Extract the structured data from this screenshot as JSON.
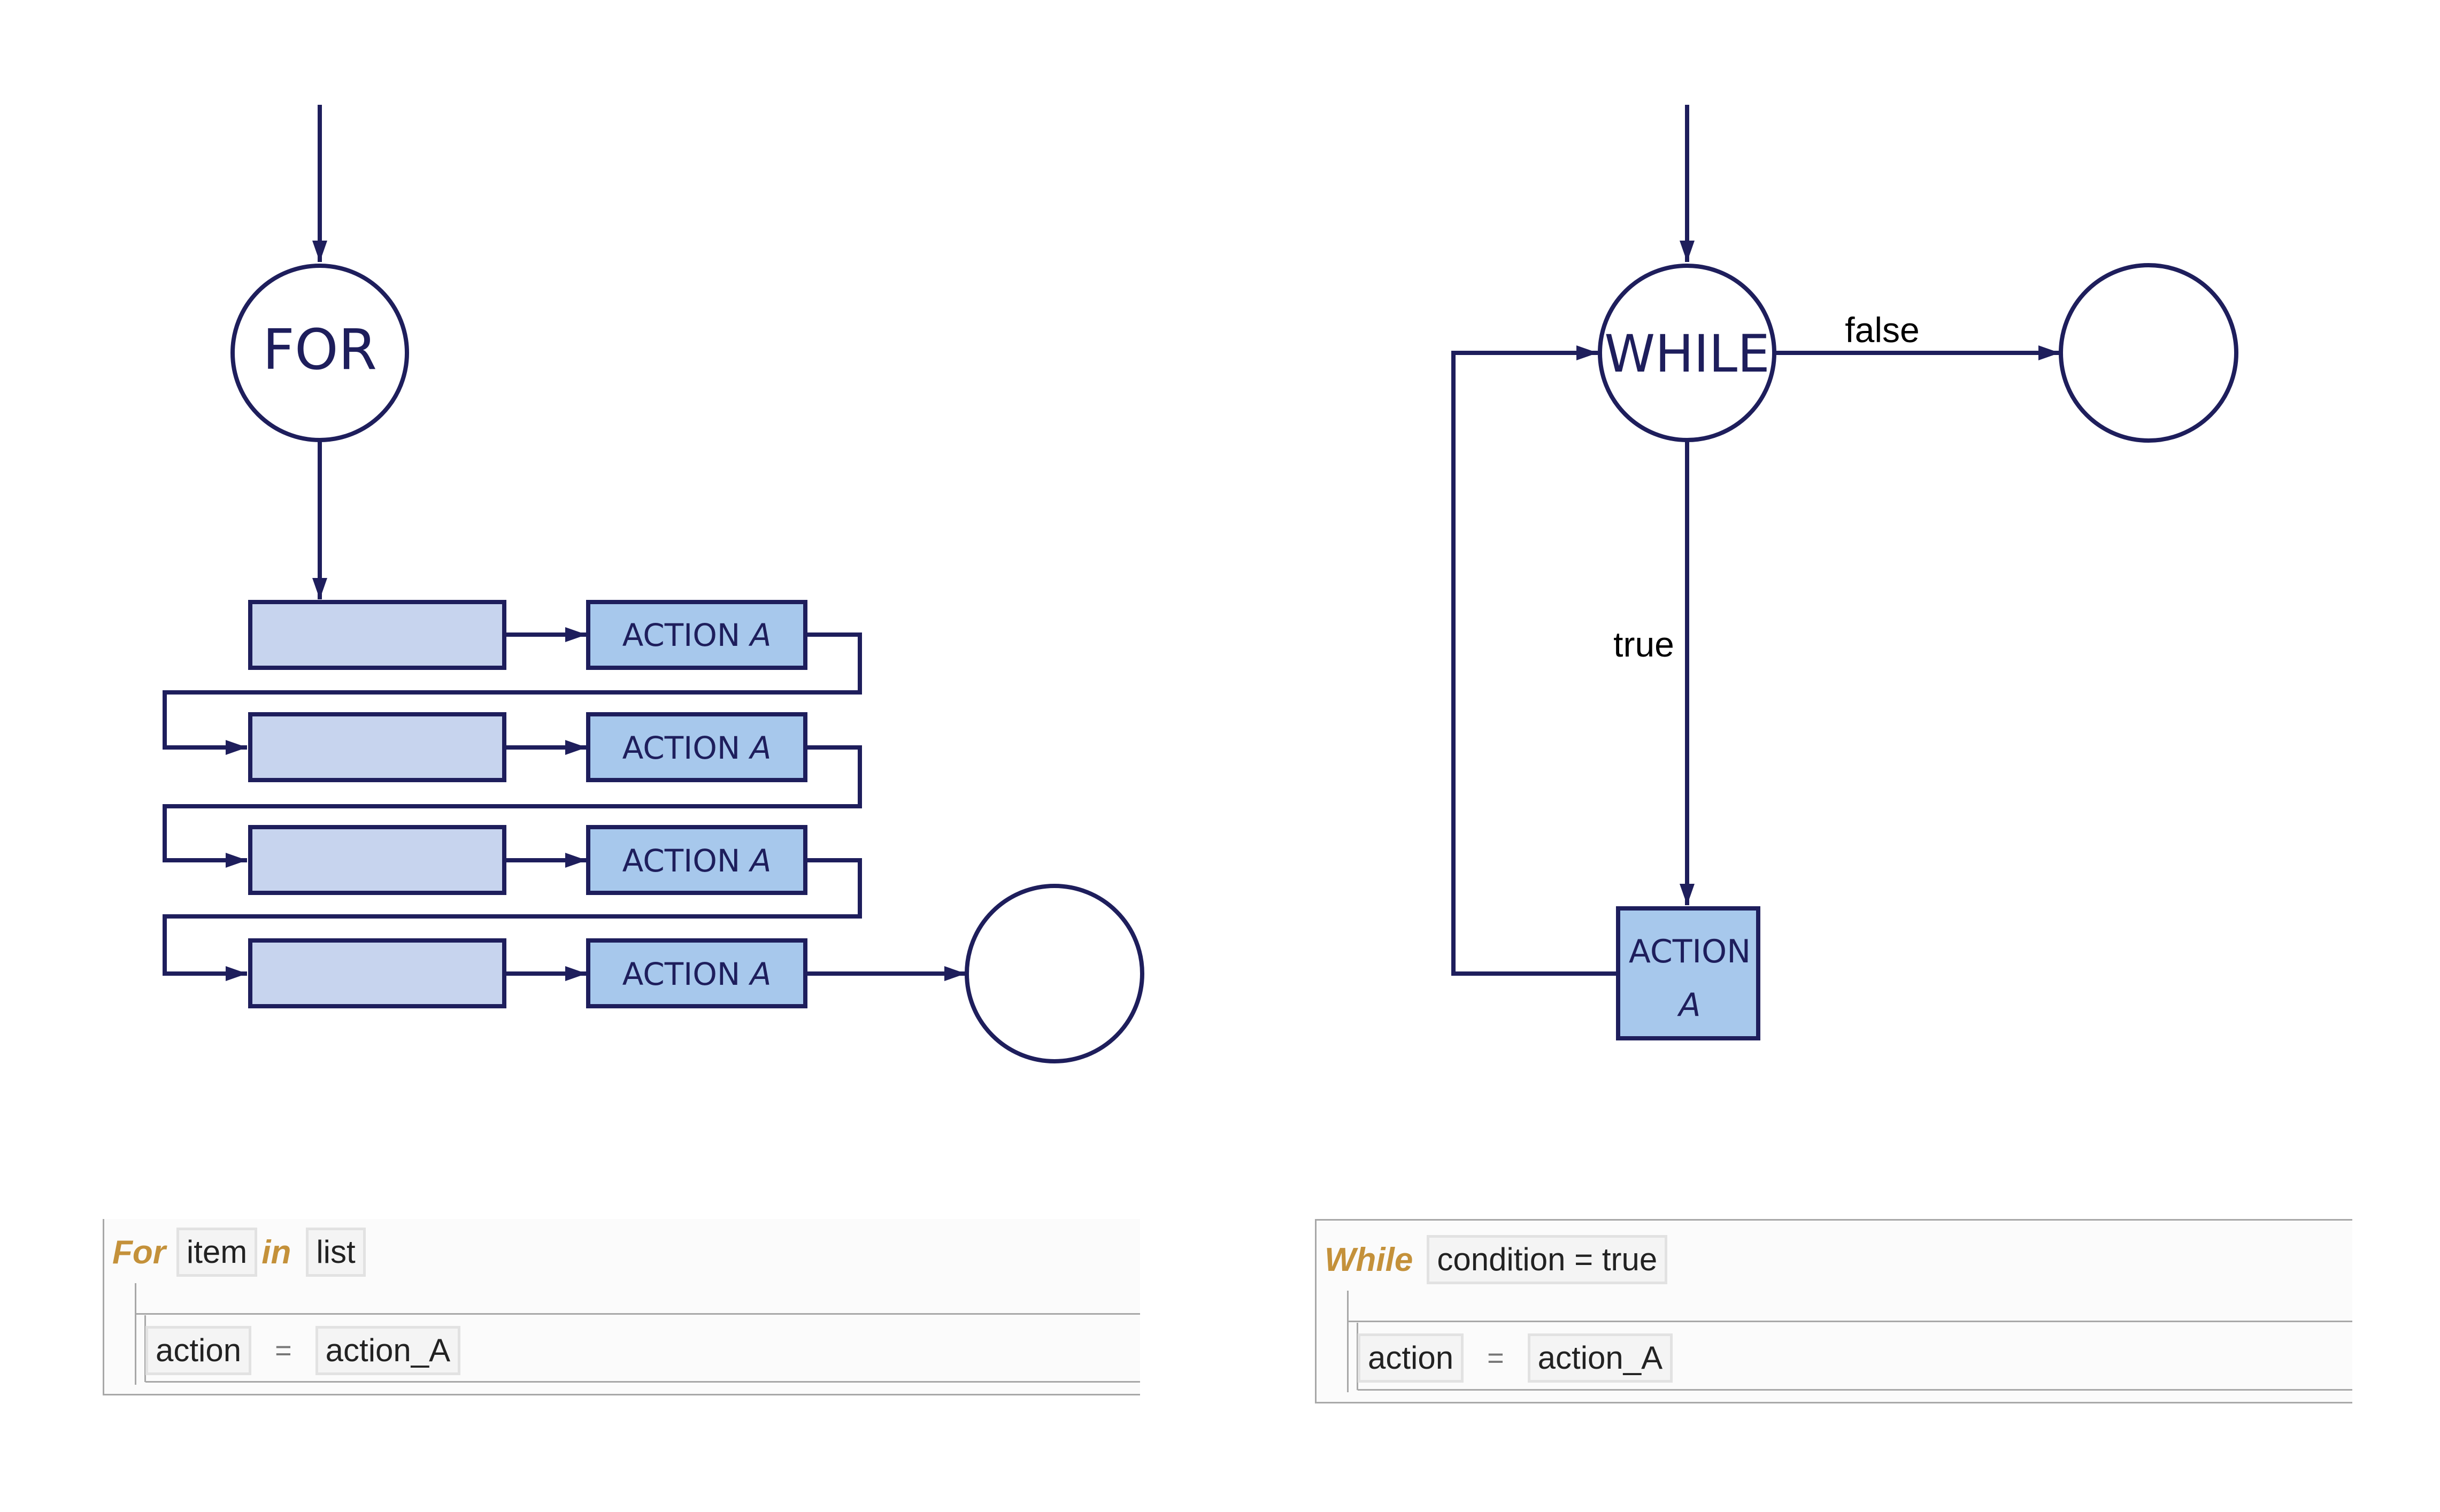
{
  "diagram": {
    "colors": {
      "stroke": "#1e1e5c",
      "action_fill": "#a7c8ec",
      "item_fill": "#c7d4ee",
      "node_fill": "#ffffff",
      "keyword": "#c4913a"
    },
    "for_loop": {
      "start_node_label": "FOR",
      "action_labels": [
        "ACTION A",
        "ACTION A",
        "ACTION A",
        "ACTION A"
      ],
      "action_label_main": "ACTION ",
      "action_label_italic": "A"
    },
    "while_loop": {
      "start_node_label": "WHILE",
      "false_label": "false",
      "true_label": "true",
      "action_line1": "ACTION",
      "action_line2": "A"
    }
  },
  "code": {
    "for_block": {
      "keyword": "For",
      "variable": "item",
      "in_keyword": "in",
      "iterable": "list",
      "assign_target": "action",
      "assign_op": "=",
      "assign_value": "action_A"
    },
    "while_block": {
      "keyword": "While",
      "condition": "condition = true",
      "assign_target": "action",
      "assign_op": "=",
      "assign_value": "action_A"
    }
  }
}
